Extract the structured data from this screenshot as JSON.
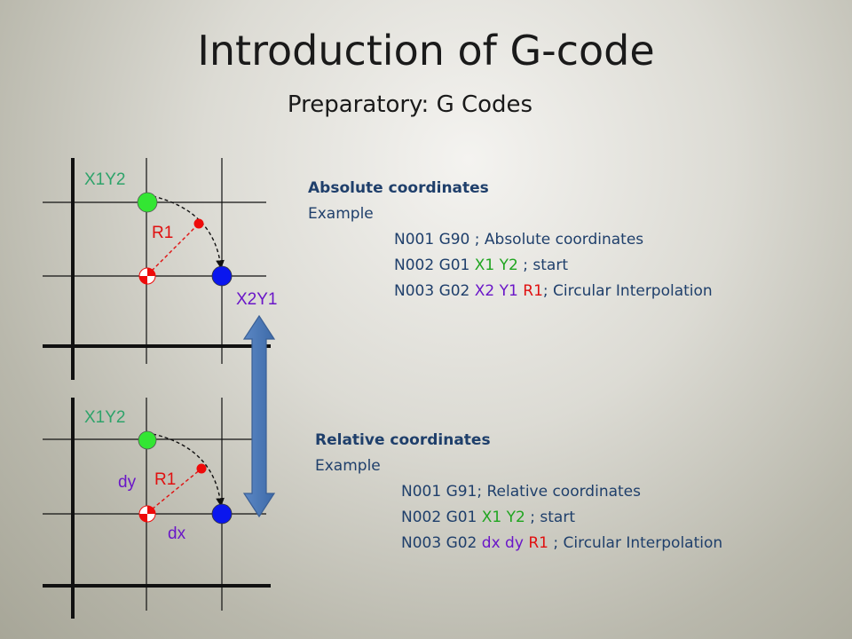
{
  "title": "Introduction of G-code",
  "subtitle": "Preparatory: G Codes",
  "diagram": {
    "top": {
      "start_label": "X1Y2",
      "radius_label": "R1",
      "end_label": "X2Y1"
    },
    "bottom": {
      "start_label": "X1Y2",
      "radius_label": "R1",
      "dy_label": "dy",
      "dx_label": "dx"
    }
  },
  "absolute": {
    "heading": "Absolute coordinates",
    "example": "Example",
    "line1": "N001 G90 ; Absolute coordinates",
    "line2": {
      "prefix": "N002 G01 ",
      "x": "X1",
      "sep": " ",
      "y": "Y2",
      "suffix": " ; start"
    },
    "line3": {
      "prefix": "N003 G02 ",
      "x": "X2",
      "sep": " ",
      "y": "Y1",
      "sep2": " ",
      "r": "R1",
      "suffix": "; Circular Interpolation"
    }
  },
  "relative": {
    "heading": "Relative coordinates",
    "example": "Example",
    "line1": "N001 G91; Relative coordinates",
    "line2": {
      "prefix": "N002 G01 ",
      "x": "X1",
      "sep": " ",
      "y": "Y2",
      "suffix": " ; start"
    },
    "line3": {
      "prefix": "N003 G02 ",
      "x": "dx",
      "sep": " ",
      "y": "dy",
      "sep2": " ",
      "r": "R1",
      "suffix": " ; Circular Interpolation"
    }
  },
  "colors": {
    "green": "#1fa51f",
    "purple": "#6a16c8",
    "red": "#e01010",
    "blue": "#1f3f6b",
    "label_green": "#2ea36a"
  }
}
